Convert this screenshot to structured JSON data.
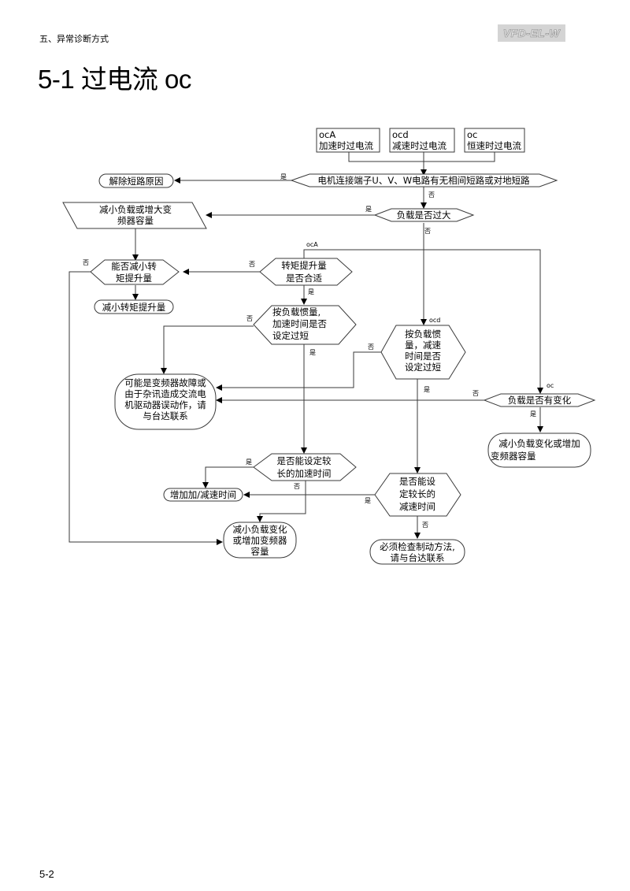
{
  "header": {
    "section": "五、异常诊断方式",
    "model_badge": "VFD-EL-W",
    "title": "5-1  过电流 oc"
  },
  "footer": {
    "page_number": "5-2"
  },
  "flowchart": {
    "start_boxes": [
      {
        "code": "ocA",
        "text": "加速时过电流"
      },
      {
        "code": "ocd",
        "text": "减速时过电流"
      },
      {
        "code": "oc",
        "text": "恒速时过电流"
      }
    ],
    "nodes": {
      "short_check": "电机连接端子U、V、W电路有无相间短路或对地短路",
      "remove_short": "解除短路原因",
      "load_too_big": "负载是否过大",
      "reduce_load": [
        "减小负载或增大变",
        "频器容量"
      ],
      "can_reduce_torque": [
        "能否减小转",
        "矩提升量"
      ],
      "torque_ok": [
        "转矩提升量",
        "是否合适"
      ],
      "reduce_torque": "减小转矩提升量",
      "accel_short": [
        "按负载惯量,",
        "加速时间是否",
        "设定过短"
      ],
      "decel_short": [
        "按负载惯",
        "量，减速",
        "时间是否",
        "设定过短"
      ],
      "drive_fault": [
        "可能是变频器故障或",
        "由于杂讯造成交流电",
        "机驱动器误动作，请",
        "与台达联系"
      ],
      "load_change": "负载是否有变化",
      "reduce_load_change": [
        "减小负载变化或增加",
        "变频器容量"
      ],
      "longer_accel": [
        "是否能设定较",
        "长的加速时间"
      ],
      "increase_time": "增加加/减速时间",
      "longer_decel": [
        "是否能设",
        "定较长的",
        "减速时间"
      ],
      "reduce_load_change2": [
        "减小负载变化",
        "或增加变频器",
        "容量"
      ],
      "check_brake": [
        "必须检查制动方法,",
        "请与台达联系"
      ]
    },
    "labels": {
      "yes": "是",
      "no": "否",
      "ocA": "ocA",
      "ocd": "ocd",
      "oc": "oc"
    }
  }
}
